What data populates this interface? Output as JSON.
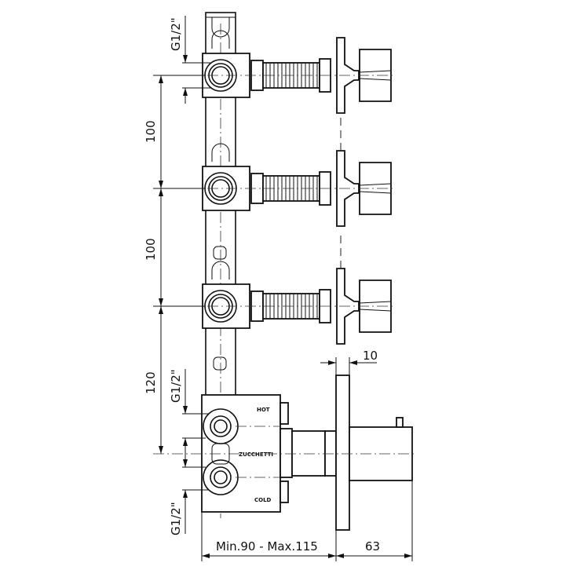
{
  "labels": {
    "thread_top": "G1/2\"",
    "thread_mid": "G1/2\"",
    "thread_bottom": "G1/2\"",
    "spacing_1": "100",
    "spacing_2": "100",
    "spacing_3": "120",
    "plate_thickness": "10",
    "wall_depth": "Min.90 - Max.115",
    "handle_depth": "63",
    "hot": "HOT",
    "cold": "COLD",
    "brand": "ZUCCHETTI"
  }
}
